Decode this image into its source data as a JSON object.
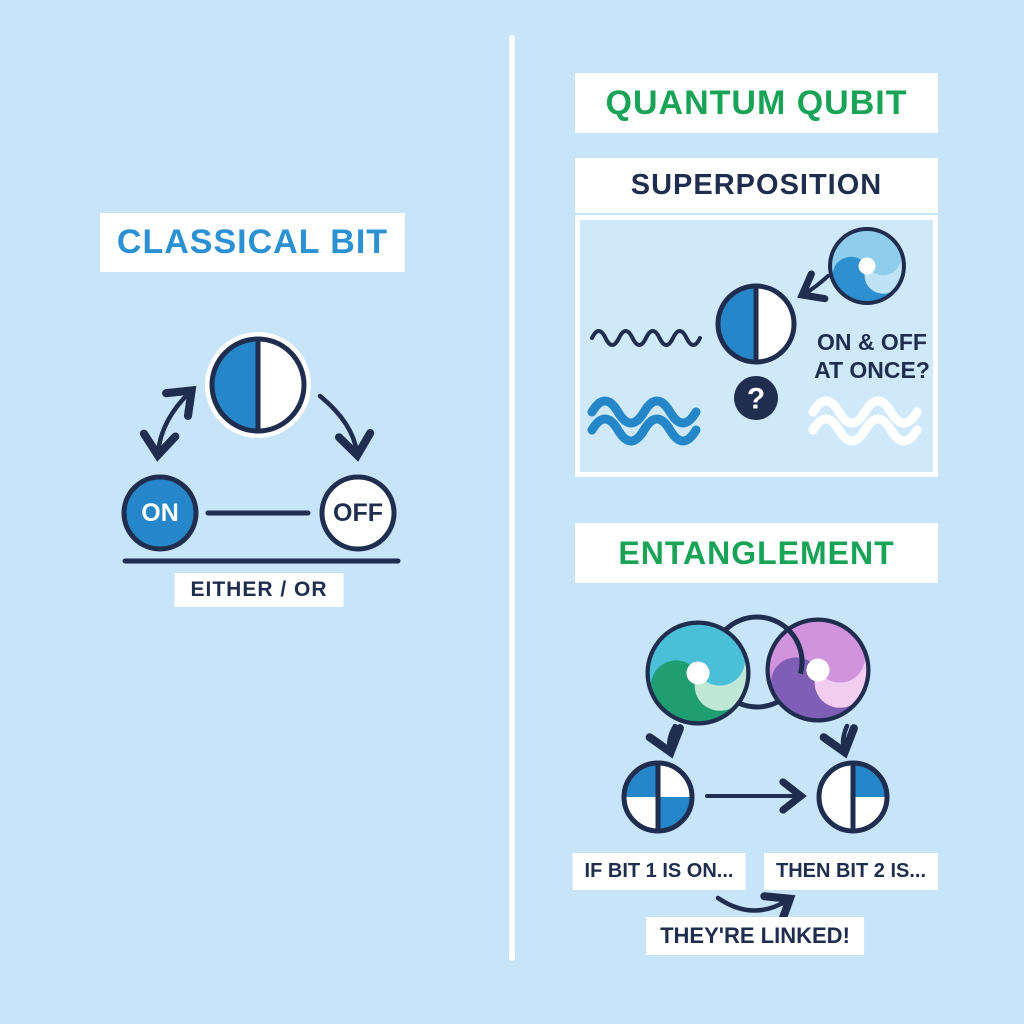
{
  "left": {
    "title": "CLASSICAL BIT",
    "on": "ON",
    "off": "OFF",
    "caption": "EITHER / OR"
  },
  "right": {
    "title": "QUANTUM QUBIT",
    "superposition": {
      "heading": "SUPERPOSITION",
      "note1": "ON & OFF",
      "note2": "AT ONCE?",
      "qmark": "?"
    },
    "entanglement": {
      "heading": "ENTANGLEMENT",
      "bit1": "IF BIT 1 IS ON...",
      "bit2": "THEN BIT 2 IS...",
      "linked": "THEY'RE LINKED!"
    }
  },
  "colors": {
    "background": "#c7e4f8",
    "panel_background": "#cfe9fb",
    "accent_blue": "#2587c9",
    "navy": "#1f2d4e",
    "green": "#18a357",
    "title_blue": "#2b90d4",
    "white": "#ffffff"
  }
}
